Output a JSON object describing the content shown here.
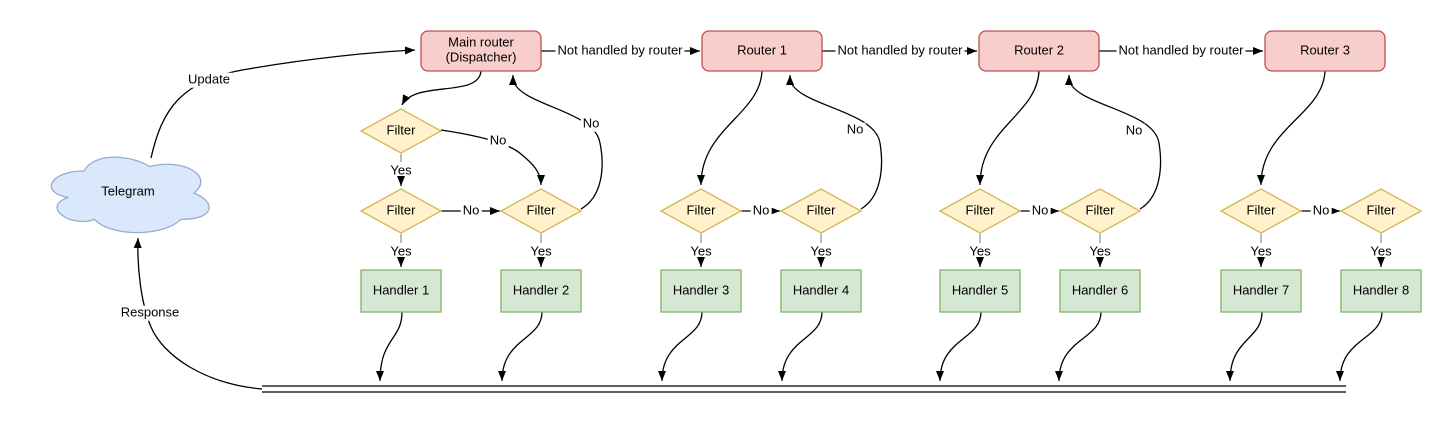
{
  "cloud": {
    "label": "Telegram"
  },
  "labels": {
    "update": "Update",
    "response": "Response",
    "not_handled": "Not handled by router",
    "yes": "Yes",
    "no": "No",
    "filter": "Filter"
  },
  "routers": {
    "main": {
      "line1": "Main router",
      "line2": "(Dispatcher)"
    },
    "router1": "Router 1",
    "router2": "Router 2",
    "router3": "Router 3"
  },
  "handlers": [
    "Handler 1",
    "Handler 2",
    "Handler 3",
    "Handler 4",
    "Handler 5",
    "Handler 6",
    "Handler 7",
    "Handler 8"
  ],
  "colors": {
    "router_fill": "#f8cecc",
    "router_stroke": "#b85450",
    "filter_fill": "#fff2cc",
    "filter_stroke": "#d6b656",
    "handler_fill": "#d5e8d4",
    "handler_stroke": "#82b366",
    "cloud_fill": "#dae8fc",
    "cloud_stroke": "#97acce",
    "edge": "#000000",
    "yes_stub": "#999999"
  }
}
